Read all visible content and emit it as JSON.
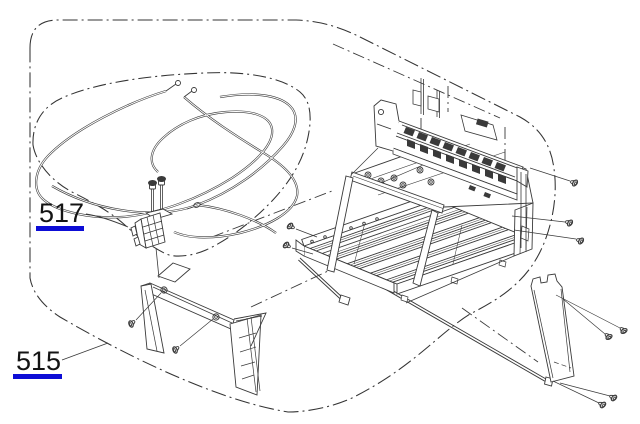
{
  "figure": {
    "type": "exploded-parts-diagram",
    "description": "Printer service manual exploded view with grouped part regions",
    "background_color": "#ffffff",
    "line_color": "#3a3a3a",
    "accent_color": "#0d0dd6"
  },
  "parts": [
    {
      "id": "517",
      "name": "harness-cable-assembly",
      "label": "517"
    },
    {
      "id": "515",
      "name": "stacker-assembly",
      "label": "515"
    }
  ]
}
